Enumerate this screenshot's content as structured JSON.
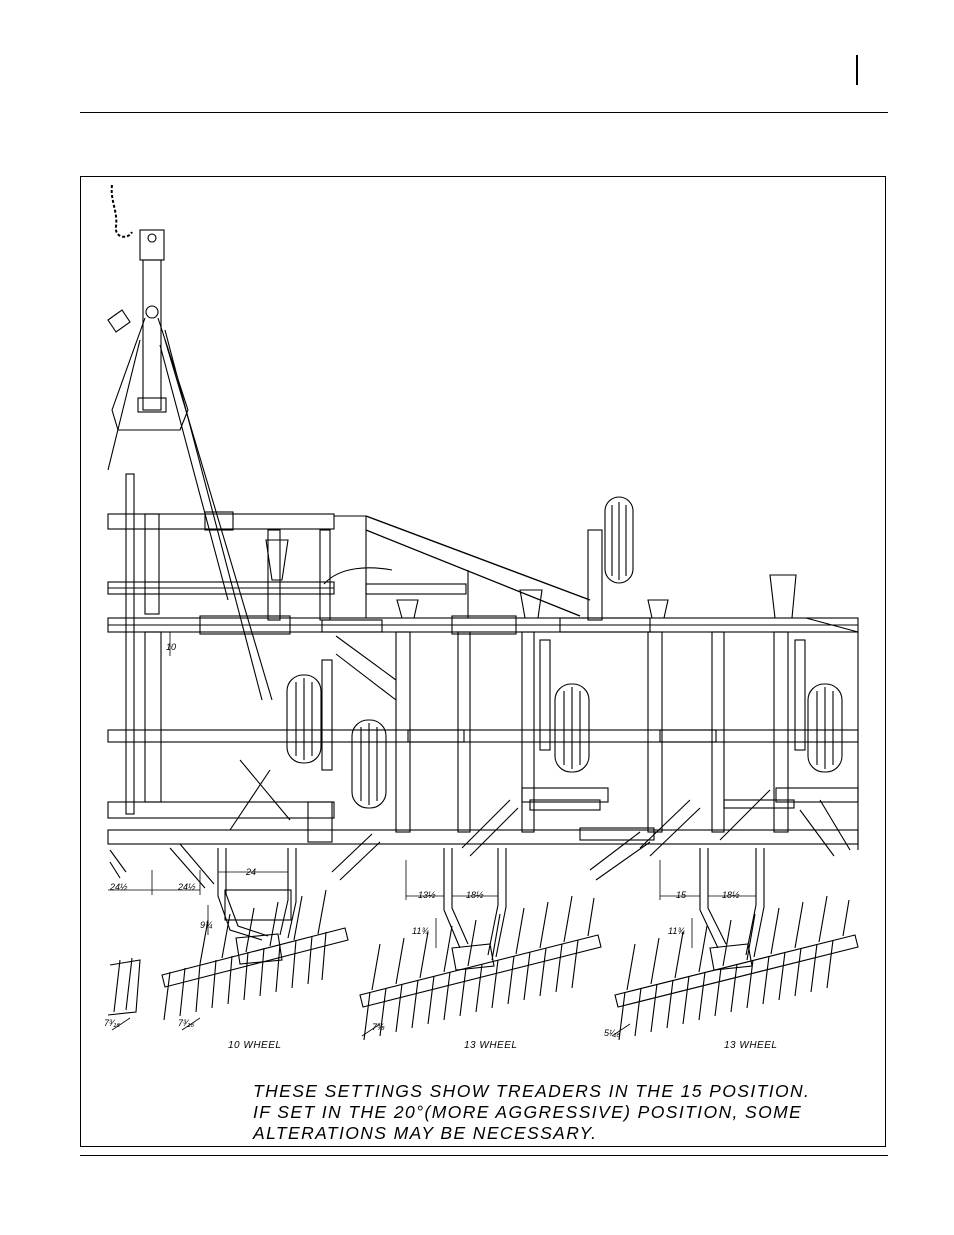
{
  "figure": {
    "dimensions": {
      "left_section": [
        "10",
        "24½",
        "24½",
        "24",
        "9¾",
        "7³⁄₁₆",
        "7³⁄₁₆"
      ],
      "middle_section": [
        "13½",
        "18½",
        "11¾",
        "7⅝"
      ],
      "right_section": [
        "15",
        "18½",
        "11¾",
        "5¹⁄₁₆"
      ]
    },
    "wheel_labels": [
      "10 WHEEL",
      "13 WHEEL",
      "13 WHEEL"
    ]
  },
  "note": {
    "lines": [
      "THESE SETTINGS SHOW TREADERS IN THE 15 POSITION.",
      "IF SET IN THE 20°(MORE AGGRESSIVE) POSITION, SOME",
      "ALTERATIONS MAY BE NECESSARY."
    ]
  }
}
